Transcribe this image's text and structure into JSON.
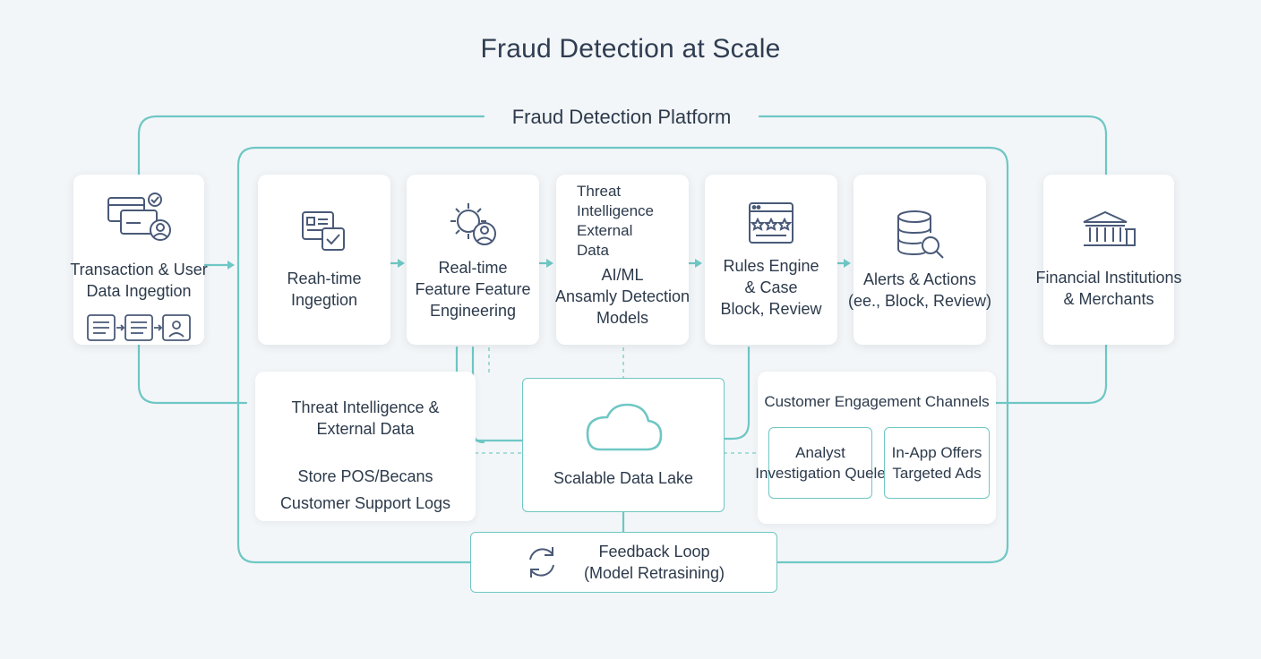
{
  "title": "Fraud Detection at Scale",
  "platform_label": "Fraud Detection Platform",
  "colors": {
    "accent": "#6ec7c4",
    "text": "#2c3a4b",
    "background": "#f3f6f8"
  },
  "nodes": {
    "source": {
      "label": [
        "Transaction & User",
        "Data Ingegtion"
      ],
      "icons": [
        "credit-card-icon",
        "user-icon",
        "form-icon"
      ]
    },
    "ingestion": {
      "label": [
        "Reah-time",
        "Ingegtion"
      ],
      "icon": "document-check-icon"
    },
    "feature": {
      "label": [
        "Real-time",
        "Feature Feature",
        "Engineering"
      ],
      "icon": "gear-user-icon"
    },
    "models": {
      "top_label": [
        "Threat",
        "Intelligence",
        "External",
        "Data"
      ],
      "label": [
        "AI/ML",
        "Ansamly Detection",
        "Models"
      ]
    },
    "rules": {
      "label": [
        "Rules Engine",
        "& Case",
        "Block, Review"
      ],
      "icon": "rules-window-icon"
    },
    "alerts": {
      "label": [
        "Alerts & Actions",
        "(ee., Block, Review)"
      ],
      "icon": "database-search-icon"
    },
    "institutions": {
      "label": [
        "Financial Institutions",
        "& Merchants"
      ],
      "icon": "bank-icon"
    },
    "threat_panel": {
      "label": [
        "Threat Intelligence &",
        "External Data"
      ],
      "sources": [
        "Store POS/Becans",
        "Customer Support Logs"
      ]
    },
    "data_lake": {
      "label": "Scalable Data Lake",
      "icon": "cloud-icon"
    },
    "engagement": {
      "label": "Customer Engagement Channels",
      "channels": [
        {
          "label": [
            "Analyst",
            "Investigation Quele"
          ]
        },
        {
          "label": [
            "In-App Offers",
            "Targeted Ads"
          ]
        }
      ]
    },
    "feedback": {
      "label": [
        "Feedback Loop",
        "(Model Retrasining)"
      ],
      "icon": "refresh-icon"
    }
  }
}
